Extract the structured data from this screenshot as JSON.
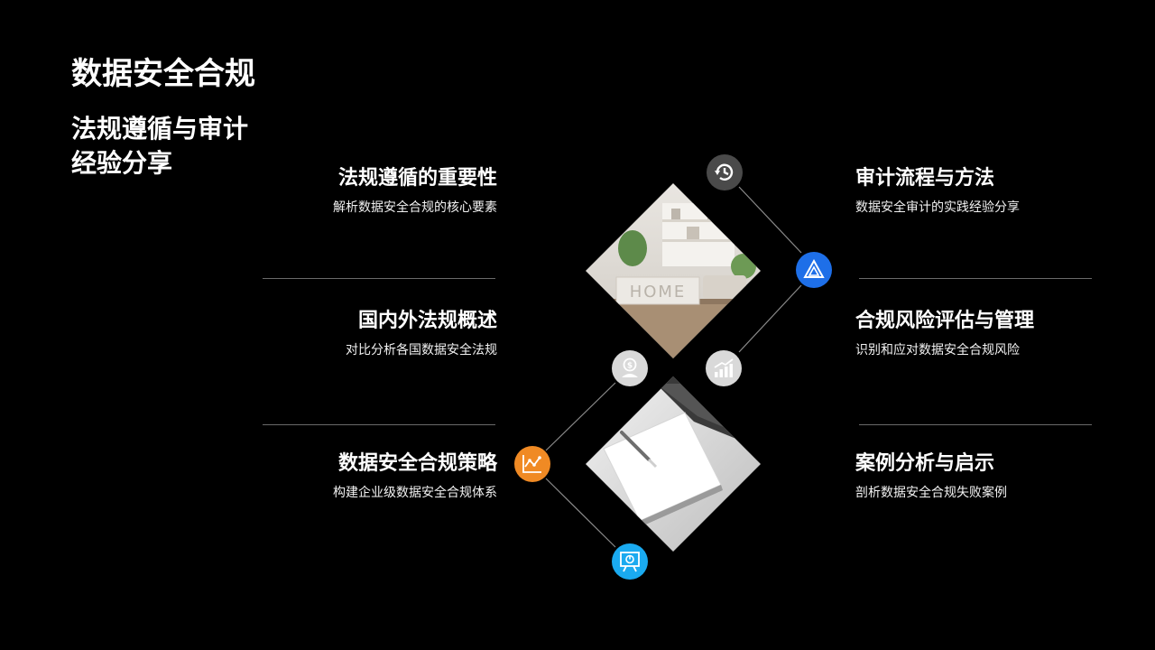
{
  "header": {
    "title": "数据安全合规",
    "subtitle": "法规遵循与审计经验分享"
  },
  "items": [
    {
      "title": "法规遵循的重要性",
      "desc": "解析数据安全合规的核心要素"
    },
    {
      "title": "国内外法规概述",
      "desc": "对比分析各国数据安全法规"
    },
    {
      "title": "数据安全合规策略",
      "desc": "构建企业级数据安全合规体系"
    },
    {
      "title": "审计流程与方法",
      "desc": "数据安全审计的实践经验分享"
    },
    {
      "title": "合规风险评估与管理",
      "desc": "识别和应对数据安全合规风险"
    },
    {
      "title": "案例分析与启示",
      "desc": "剖析数据安全合规失败案例"
    }
  ],
  "photos": {
    "top_sign_text": "HOME"
  },
  "icons": [
    {
      "name": "history-icon",
      "color": "#4a4a4a"
    },
    {
      "name": "triangle-network-icon",
      "color": "#1e6fe8"
    },
    {
      "name": "growth-chart-icon",
      "color": "#d9d9d9"
    },
    {
      "name": "dollar-person-icon",
      "color": "#d9d9d9"
    },
    {
      "name": "line-chart-icon",
      "color": "#f08a24"
    },
    {
      "name": "presentation-icon",
      "color": "#1aaaf0"
    }
  ]
}
